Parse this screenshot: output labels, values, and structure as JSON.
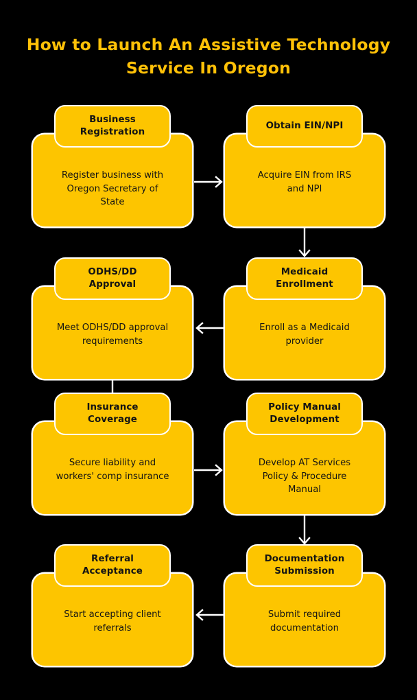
{
  "title": "How to Launch An Assistive Technology\nService In Oregon",
  "colors": {
    "background": "#000000",
    "card": "#FDC500",
    "card_border": "#FFFFFF",
    "title_text": "#FFC107",
    "card_text": "#141414",
    "connector": "#FFFFFF"
  },
  "nodes": [
    {
      "id": "business-registration",
      "header": "Business\nRegistration",
      "description": "Register business with\nOregon Secretary of\nState",
      "column": "left",
      "row": 1,
      "step": 1
    },
    {
      "id": "obtain-ein-npi",
      "header": "Obtain EIN/NPI",
      "description": "Acquire EIN from IRS\nand NPI",
      "column": "right",
      "row": 1,
      "step": 2
    },
    {
      "id": "medicaid-enrollment",
      "header": "Medicaid\nEnrollment",
      "description": "Enroll as a Medicaid\nprovider",
      "column": "right",
      "row": 2,
      "step": 3
    },
    {
      "id": "odhs-dd-approval",
      "header": "ODHS/DD\nApproval",
      "description": "Meet ODHS/DD approval\nrequirements",
      "column": "left",
      "row": 2,
      "step": 4
    },
    {
      "id": "insurance-coverage",
      "header": "Insurance\nCoverage",
      "description": "Secure liability and\nworkers' comp insurance",
      "column": "left",
      "row": 3,
      "step": 5
    },
    {
      "id": "policy-manual-development",
      "header": "Policy Manual\nDevelopment",
      "description": "Develop AT Services\nPolicy & Procedure\nManual",
      "column": "right",
      "row": 3,
      "step": 6
    },
    {
      "id": "documentation-submission",
      "header": "Documentation\nSubmission",
      "description": "Submit required\ndocumentation",
      "column": "right",
      "row": 4,
      "step": 7
    },
    {
      "id": "referral-acceptance",
      "header": "Referral\nAcceptance",
      "description": "Start accepting client\nreferrals",
      "column": "left",
      "row": 4,
      "step": 8
    }
  ],
  "connectors": [
    {
      "id": "business-registration-to-obtain-ein-npi",
      "direction": "right"
    },
    {
      "id": "obtain-ein-npi-to-medicaid-enrollment",
      "direction": "down"
    },
    {
      "id": "medicaid-enrollment-to-odhs-dd-approval",
      "direction": "left"
    },
    {
      "id": "odhs-dd-approval-to-insurance-coverage",
      "direction": "down"
    },
    {
      "id": "insurance-coverage-to-policy-manual-development",
      "direction": "right"
    },
    {
      "id": "policy-manual-development-to-documentation-submission",
      "direction": "down"
    },
    {
      "id": "documentation-submission-to-referral-acceptance",
      "direction": "left"
    }
  ]
}
